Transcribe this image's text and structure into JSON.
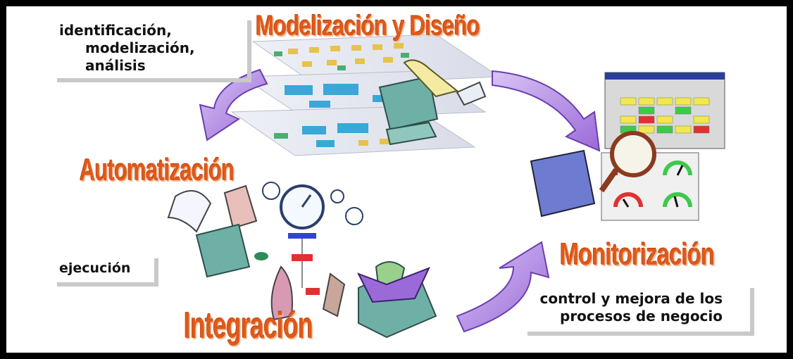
{
  "stages": {
    "modelado": "Modelización y Diseño",
    "automatizacion": "Automatización",
    "monitorizacion": "Monitorización",
    "integracion": "Integración"
  },
  "notes": {
    "identificacion_lines": [
      "identificación,",
      "modelización,",
      "análisis"
    ],
    "ejecucion": "ejecución",
    "control_lines": [
      "control y mejora de los",
      "procesos de negocio"
    ]
  },
  "colors": {
    "title": "#e0591a",
    "arrow": "#b08ae0",
    "arrow_dark": "#6a3fb0",
    "frame": "#000000"
  },
  "icons": [
    "cycle-arrow-icon",
    "computer-icon",
    "stopwatch-icon",
    "magnifier-icon",
    "dashboard-gauge-icon",
    "spreadsheet-icon",
    "process-layer-icon"
  ]
}
